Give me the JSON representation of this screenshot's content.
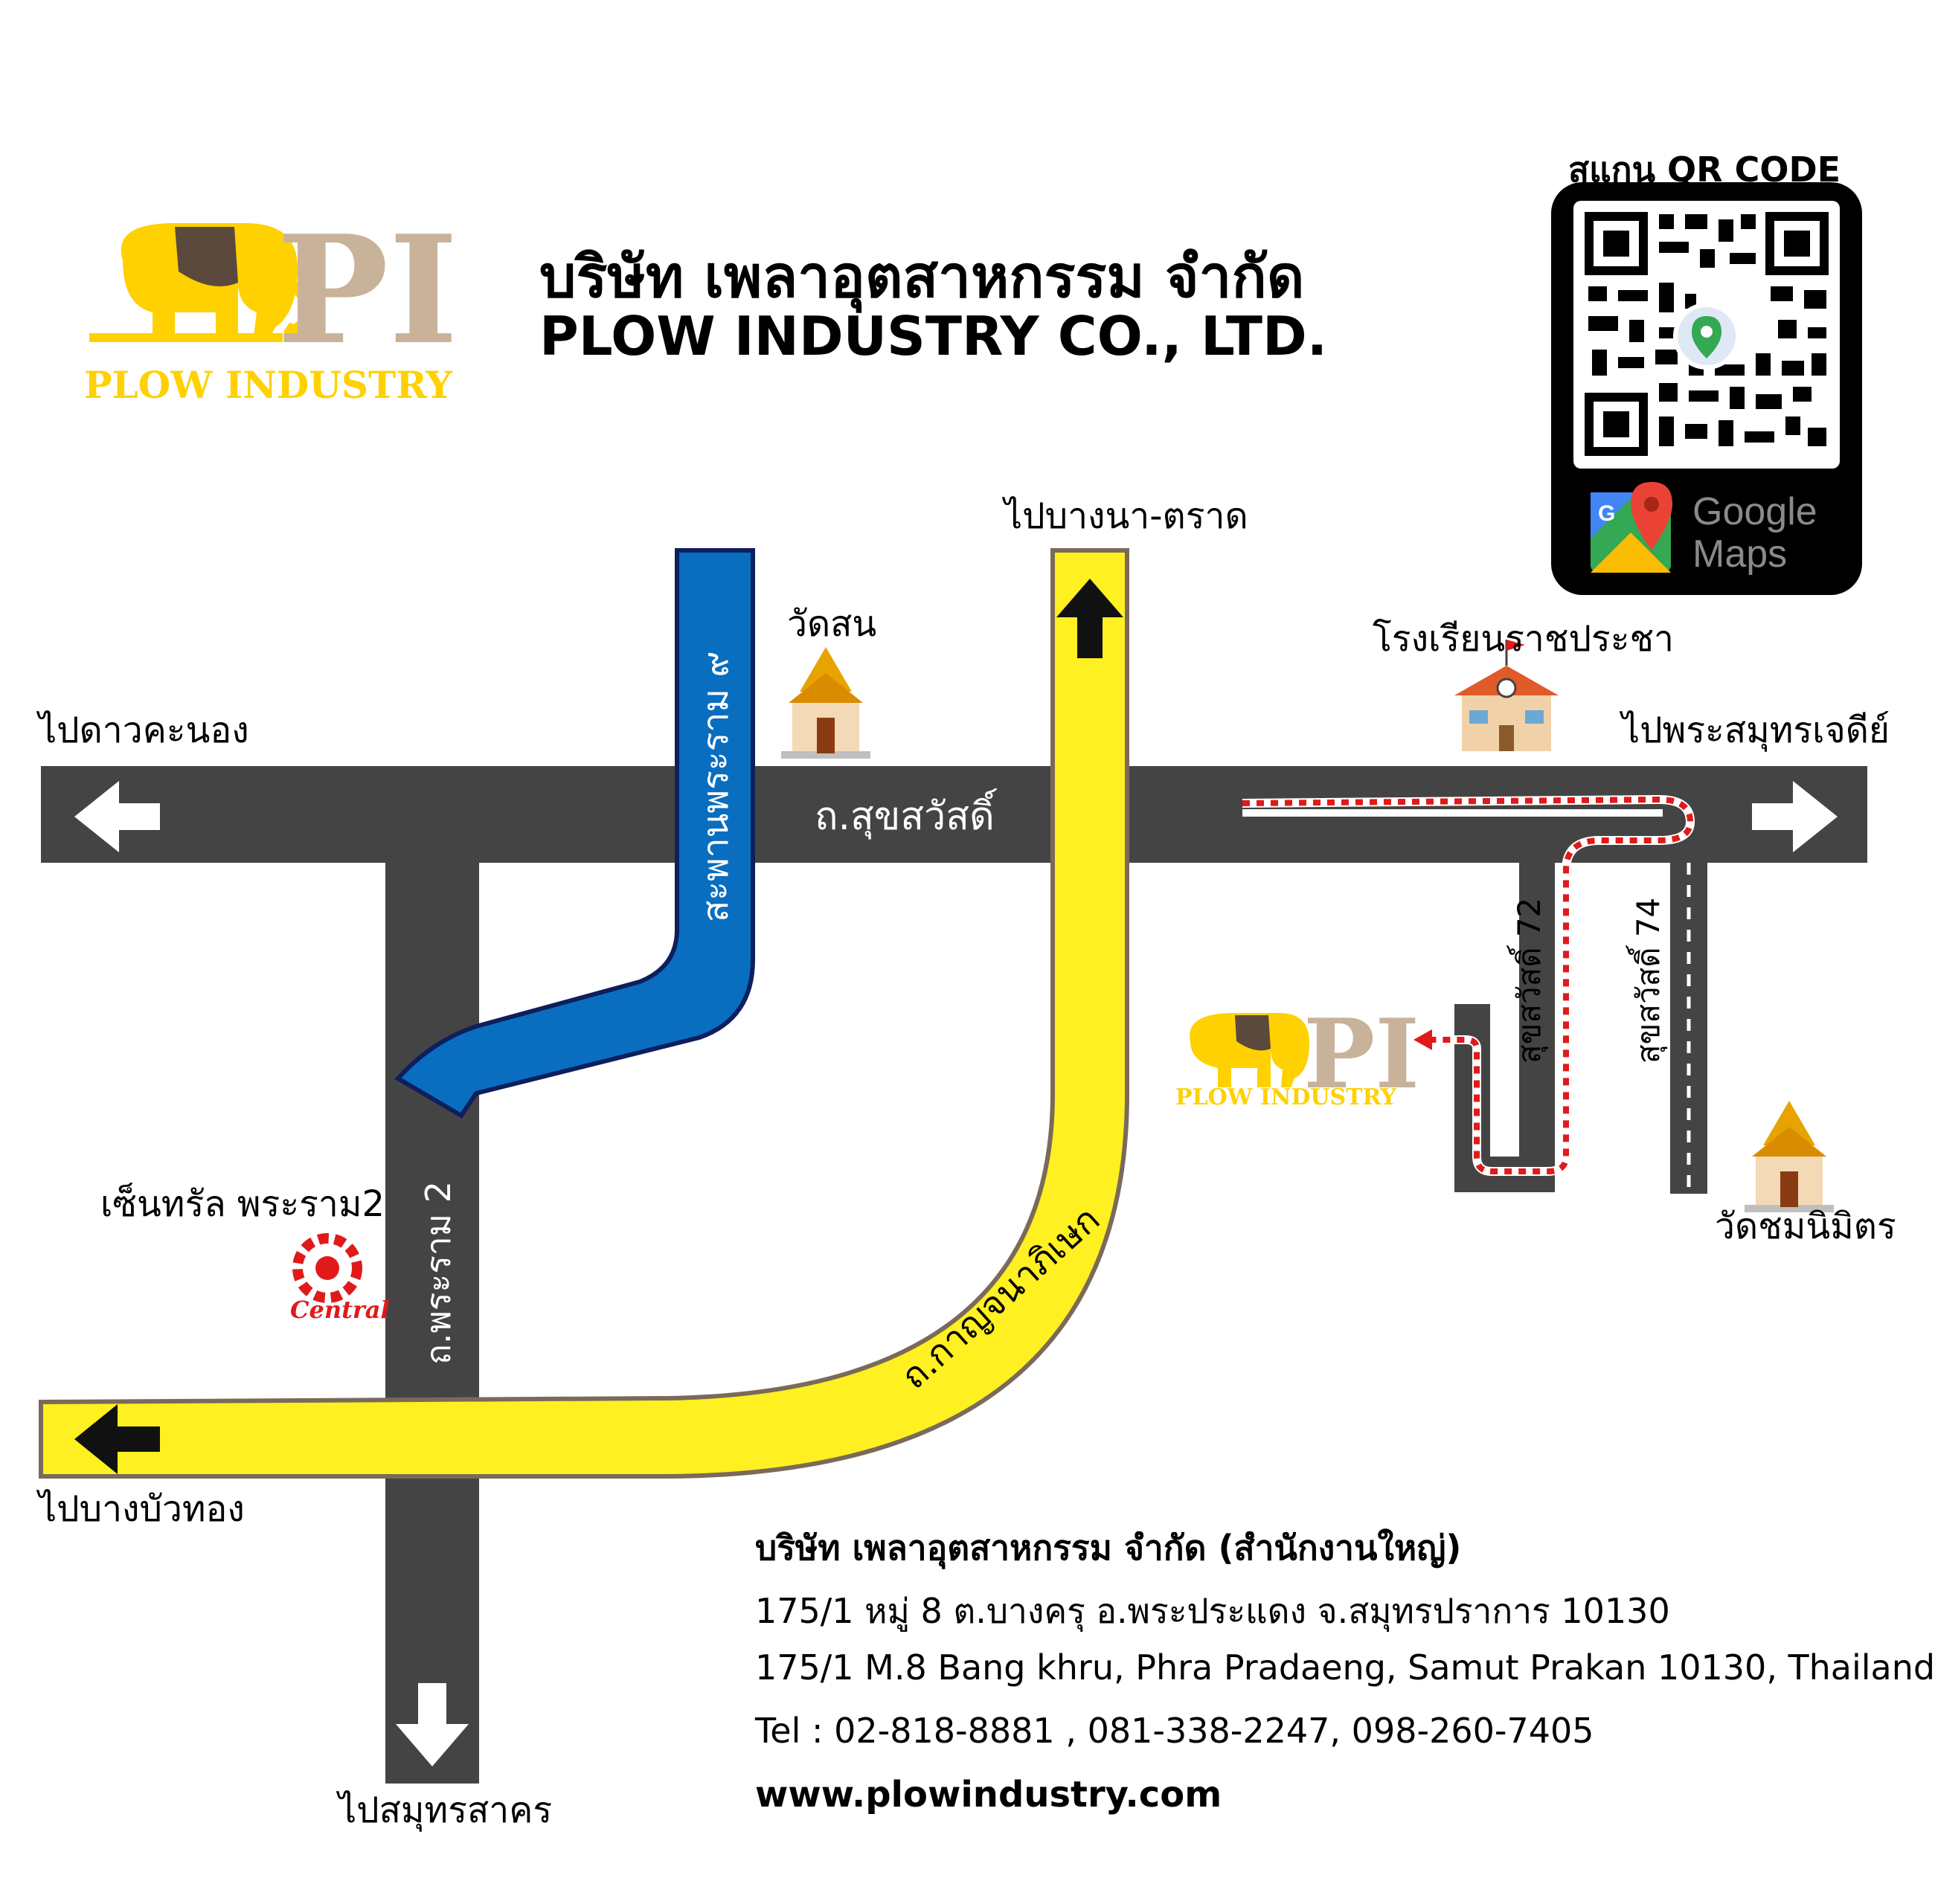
{
  "company": {
    "name_th": "บริษัท เพลาอุตสาหกรรม จำกัด",
    "name_en": "PLOW INDUSTRY CO., LTD.",
    "logo_letters": "PI",
    "logo_caption": "PLOW INDUSTRY"
  },
  "qr": {
    "title": "สแกน QR CODE",
    "maps_label_1": "Google",
    "maps_label_2": "Maps"
  },
  "map": {
    "to_bangna_trat": "ไปบางนา-ตราด",
    "wat_son": "วัดสน",
    "school": "โรงเรียนราชประชา",
    "to_dao_khanong": "ไปดาวคะนอง",
    "to_phra_samut_chedi": "ไปพระสมุทรเจดีย์",
    "road_sukhumvit": "ถ.สุขสวัสดิ์",
    "bridge_rama9": "สะพานพระราม ๙",
    "soi72": "สุขสวัสดิ์ 72",
    "soi74": "สุขสวัสดิ์ 74",
    "central": "เซ็นทรัล พระราม2",
    "central_logo": "Central",
    "road_rama2_text": "ถ.พระราม 2",
    "road_kanchana": "ถ.กาญจนาภิเษก",
    "to_bang_bua_thong": "ไปบางบัวทอง",
    "to_samut_sakhon": "ไปสมุทรสาคร",
    "wat_chom_nimit": "วัดชมนิมิตร"
  },
  "address": {
    "office": "บริษัท เพลาอุตสาหกรรม จำกัด (สำนักงานใหญ่)",
    "line_th": "175/1 หมู่ 8 ต.บางครุ อ.พระประแดง จ.สมุทรปราการ 10130",
    "line_en": "175/1 M.8 Bang khru, Phra Pradaeng, Samut Prakan 10130, Thailand",
    "tel": "Tel : 02-818-8881 , 081-338-2247, 098-260-7405",
    "web": "www.plowindustry.com"
  },
  "colors": {
    "road": "#444444",
    "yellow_road": "#fff021",
    "blue_bridge": "#0a6ec0",
    "logo_yellow": "#ffd100",
    "logo_brown": "#c8b29a",
    "route_red": "#e01a1a"
  }
}
